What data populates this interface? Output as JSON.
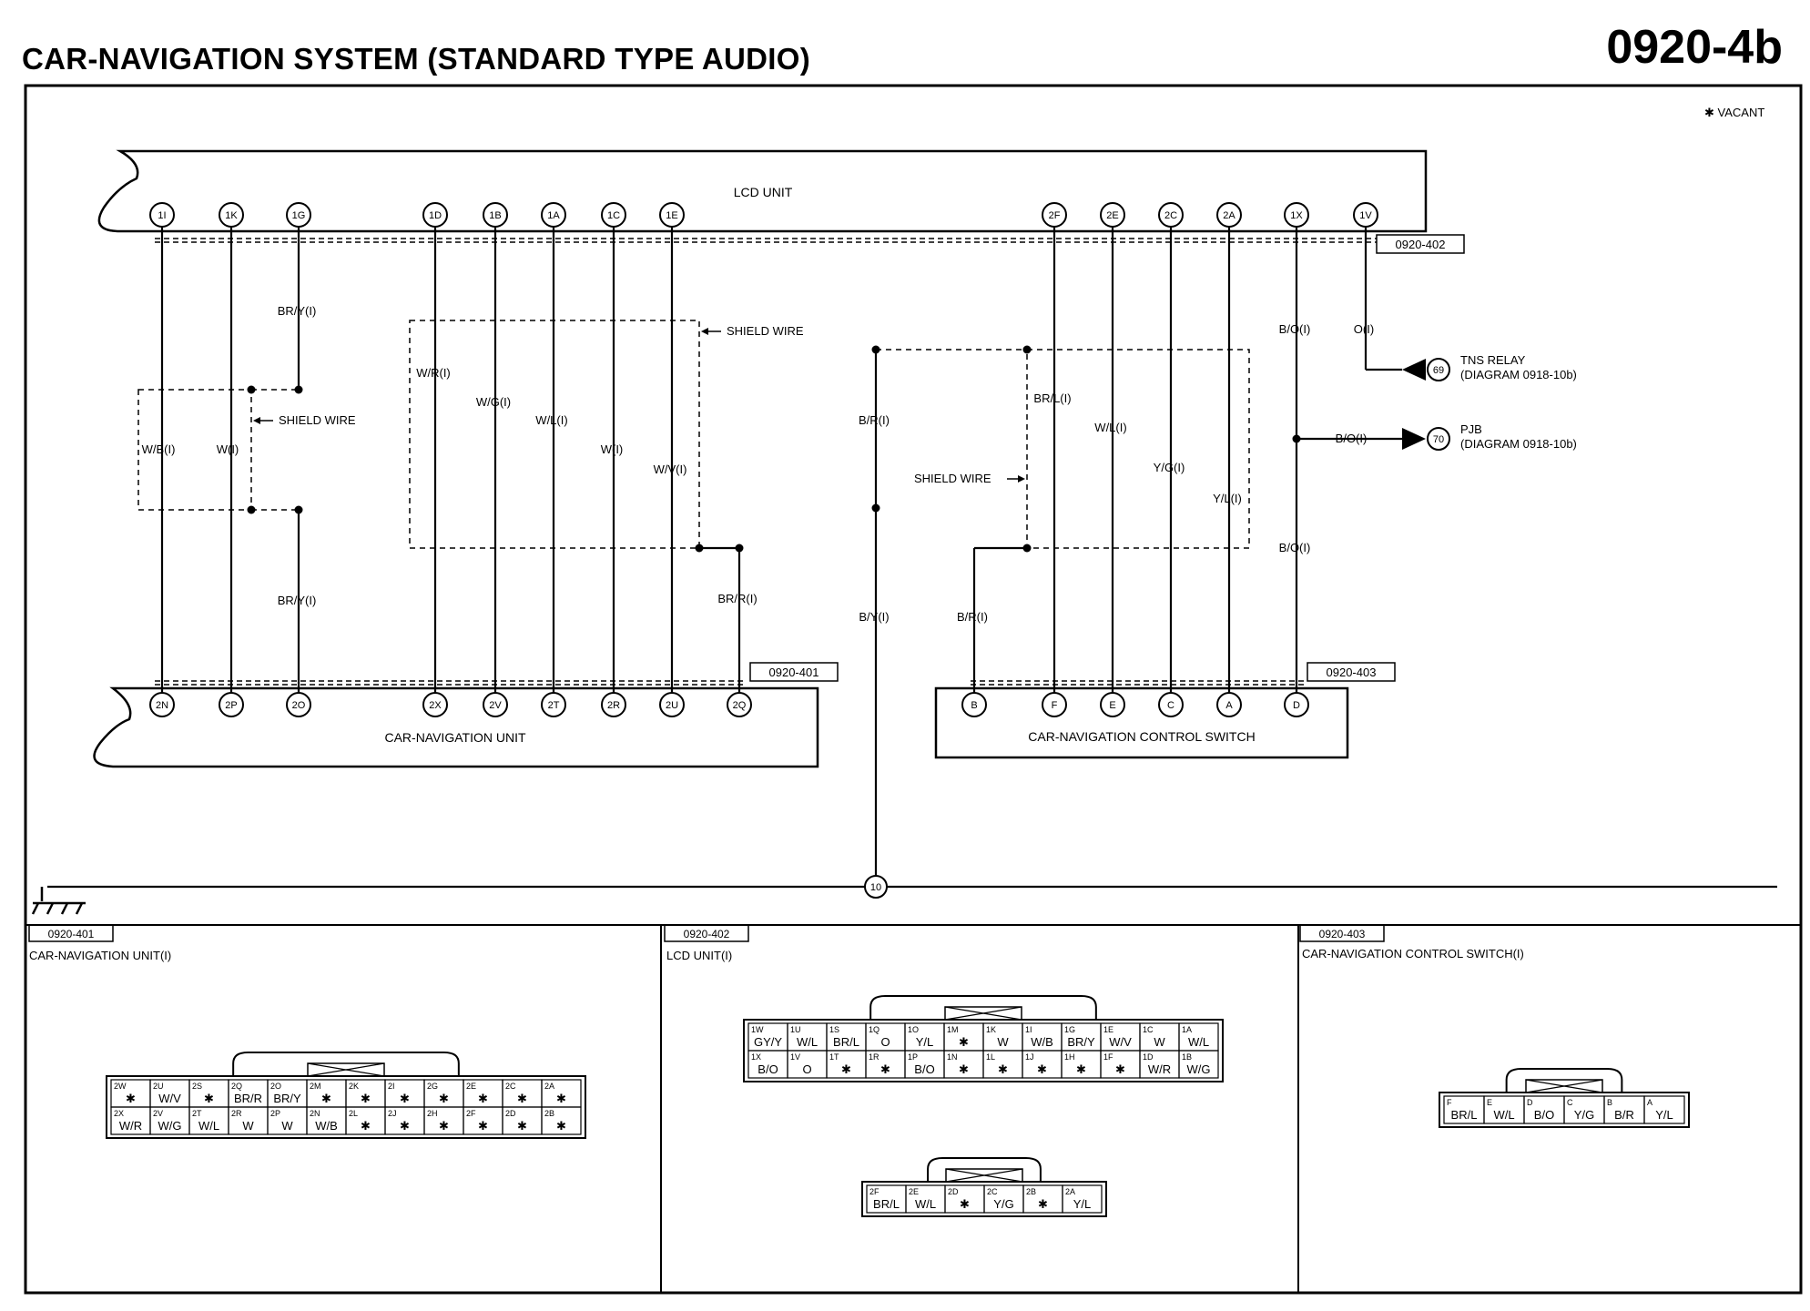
{
  "header": {
    "title": "CAR-NAVIGATION SYSTEM (STANDARD TYPE AUDIO)",
    "page_code": "0920-4b"
  },
  "legend": {
    "vacant_symbol": "✱",
    "vacant_label": "VACANT"
  },
  "units": {
    "lcd": "LCD UNIT",
    "nav": "CAR-NAVIGATION UNIT",
    "switch": "CAR-NAVIGATION CONTROL SWITCH"
  },
  "connectors": {
    "c401": "0920-401",
    "c402": "0920-402",
    "c403": "0920-403"
  },
  "lcd_pins": [
    "1I",
    "1K",
    "1G",
    "1D",
    "1B",
    "1A",
    "1C",
    "1E",
    "2F",
    "2E",
    "2C",
    "2A",
    "1X",
    "1V"
  ],
  "nav_pins": [
    "2N",
    "2P",
    "2O",
    "2X",
    "2V",
    "2T",
    "2R",
    "2U",
    "2Q"
  ],
  "switch_pins": [
    "B",
    "F",
    "E",
    "C",
    "A",
    "D"
  ],
  "ground_point": "10",
  "wire_labels": {
    "w_i_b": "W/B(I)",
    "w_i": "W(I)",
    "bry_upper": "BR/Y(I)",
    "bry_lower": "BR/Y(I)",
    "wr": "W/R(I)",
    "wg": "W/G(I)",
    "wl_left": "W/L(I)",
    "w_mid": "W(I)",
    "wv": "W/V(I)",
    "brr_left": "BR/R(I)",
    "br_center": "B/R(I)",
    "by_center": "B/Y(I)",
    "br_switch": "B/R(I)",
    "brl": "BR/L(I)",
    "wl_right": "W/L(I)",
    "yg": "Y/G(I)",
    "yl": "Y/L(I)",
    "bo_upper": "B/O(I)",
    "bo_lower": "B/O(I)",
    "bo_branch": "B/O(I)",
    "o": "O(I)"
  },
  "shield_wire": "SHIELD WIRE",
  "references": [
    {
      "num": "69",
      "name": "TNS RELAY",
      "diagram": "(DIAGRAM 0918-10b)"
    },
    {
      "num": "70",
      "name": "PJB",
      "diagram": "(DIAGRAM 0918-10b)"
    }
  ],
  "connector_views": [
    {
      "code": "0920-401",
      "title": "CAR-NAVIGATION UNIT(I)",
      "rows": [
        [
          [
            "2W",
            "✱"
          ],
          [
            "2U",
            "W/V"
          ],
          [
            "2S",
            "✱"
          ],
          [
            "2Q",
            "BR/R"
          ],
          [
            "2O",
            "BR/Y"
          ],
          [
            "2M",
            "✱"
          ],
          [
            "2K",
            "✱"
          ],
          [
            "2I",
            "✱"
          ],
          [
            "2G",
            "✱"
          ],
          [
            "2E",
            "✱"
          ],
          [
            "2C",
            "✱"
          ],
          [
            "2A",
            "✱"
          ]
        ],
        [
          [
            "2X",
            "W/R"
          ],
          [
            "2V",
            "W/G"
          ],
          [
            "2T",
            "W/L"
          ],
          [
            "2R",
            "W"
          ],
          [
            "2P",
            "W"
          ],
          [
            "2N",
            "W/B"
          ],
          [
            "2L",
            "✱"
          ],
          [
            "2J",
            "✱"
          ],
          [
            "2H",
            "✱"
          ],
          [
            "2F",
            "✱"
          ],
          [
            "2D",
            "✱"
          ],
          [
            "2B",
            "✱"
          ]
        ]
      ]
    },
    {
      "code": "0920-402",
      "title": "LCD UNIT(I)",
      "rows": [
        [
          [
            "1W",
            "GY/Y"
          ],
          [
            "1U",
            "W/L"
          ],
          [
            "1S",
            "BR/L"
          ],
          [
            "1Q",
            "O"
          ],
          [
            "1O",
            "Y/L"
          ],
          [
            "1M",
            "✱"
          ],
          [
            "1K",
            "W"
          ],
          [
            "1I",
            "W/B"
          ],
          [
            "1G",
            "BR/Y"
          ],
          [
            "1E",
            "W/V"
          ],
          [
            "1C",
            "W"
          ],
          [
            "1A",
            "W/L"
          ]
        ],
        [
          [
            "1X",
            "B/O"
          ],
          [
            "1V",
            "O"
          ],
          [
            "1T",
            "✱"
          ],
          [
            "1R",
            "✱"
          ],
          [
            "1P",
            "B/O"
          ],
          [
            "1N",
            "✱"
          ],
          [
            "1L",
            "✱"
          ],
          [
            "1J",
            "✱"
          ],
          [
            "1H",
            "✱"
          ],
          [
            "1F",
            "✱"
          ],
          [
            "1D",
            "W/R"
          ],
          [
            "1B",
            "W/G"
          ]
        ]
      ],
      "rows2": [
        [
          [
            "2F",
            "BR/L"
          ],
          [
            "2E",
            "W/L"
          ],
          [
            "2D",
            "✱"
          ],
          [
            "2C",
            "Y/G"
          ],
          [
            "2B",
            "✱"
          ],
          [
            "2A",
            "Y/L"
          ]
        ]
      ]
    },
    {
      "code": "0920-403",
      "title": "CAR-NAVIGATION CONTROL SWITCH(I)",
      "rows": [
        [
          [
            "F",
            "BR/L"
          ],
          [
            "E",
            "W/L"
          ],
          [
            "D",
            "B/O"
          ],
          [
            "C",
            "Y/G"
          ],
          [
            "B",
            "B/R"
          ],
          [
            "A",
            "Y/L"
          ]
        ]
      ]
    }
  ]
}
